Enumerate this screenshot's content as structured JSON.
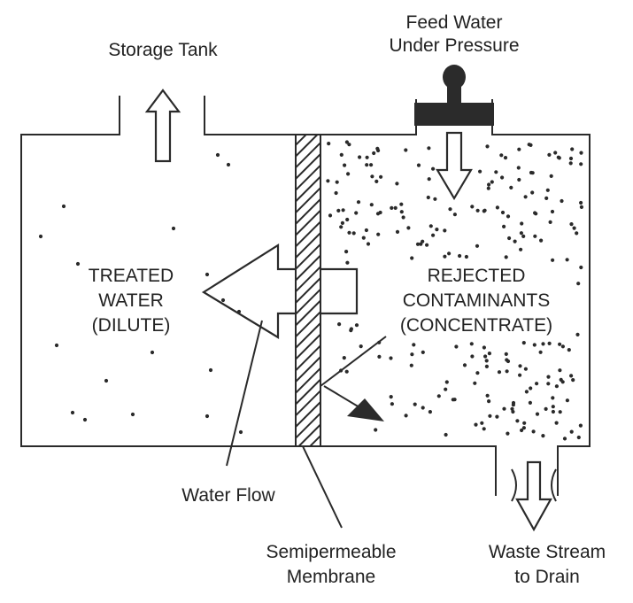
{
  "labels": {
    "storage_tank": "Storage Tank",
    "feed_water_1": "Feed Water",
    "feed_water_2": "Under Pressure",
    "treated_1": "TREATED",
    "treated_2": "WATER",
    "treated_3": "(DILUTE)",
    "rejected_1": "REJECTED",
    "rejected_2": "CONTAMINANTS",
    "rejected_3": "(CONCENTRATE)",
    "water_flow": "Water Flow",
    "membrane_1": "Semipermeable",
    "membrane_2": "Membrane",
    "waste_1": "Waste Stream",
    "waste_2": "to Drain"
  },
  "colors": {
    "ink": "#2a2a2a",
    "text": "#222222",
    "piston": "#2b2b2b",
    "background": "#ffffff"
  }
}
